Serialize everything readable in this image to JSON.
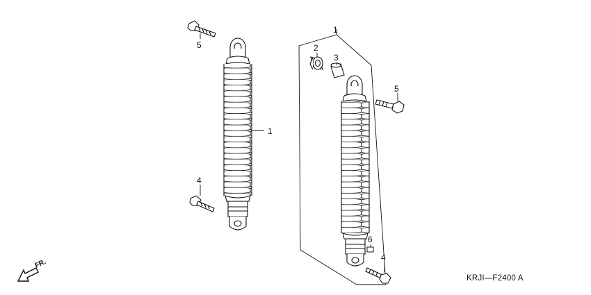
{
  "callouts": {
    "left_top_bolt": "5",
    "left_shock": "1",
    "left_bottom_bolt": "4",
    "assembly": "1",
    "bushing": "2",
    "collar": "3",
    "right_top_bolt": "5",
    "nut": "6",
    "right_bottom_bolt": "4"
  },
  "front_arrow_label": "FR.",
  "diagram_code": "KRJI—F2400 A",
  "colors": {
    "line": "#111111",
    "background": "#ffffff"
  }
}
